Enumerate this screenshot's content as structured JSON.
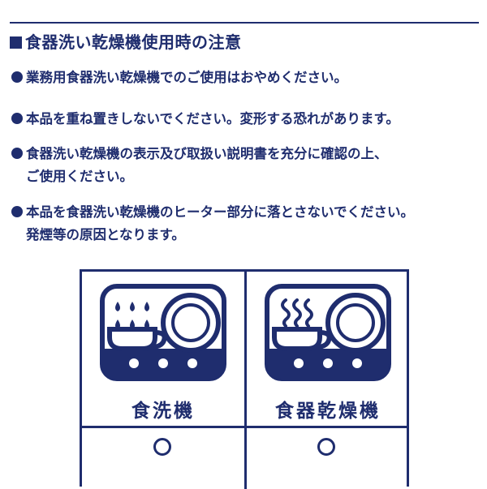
{
  "heading": "食器洗い乾燥機使用時の注意",
  "notes": [
    {
      "line1": "業務用食器洗い乾燥機でのご使用はおやめください。",
      "line2": ""
    },
    {
      "line1": "本品を重ね置きしないでください。変形する恐れがあります。",
      "line2": ""
    },
    {
      "line1": "食器洗い乾燥機の表示及び取扱い説明書を充分に確認の上、",
      "line2": "ご使用ください。"
    },
    {
      "line1": "本品を食器洗い乾燥機のヒーター部分に落とさないでください。",
      "line2": "発煙等の原因となります。"
    }
  ],
  "panels": [
    {
      "label": "食洗機",
      "icon": "dishwasher-icon",
      "mark": "circle"
    },
    {
      "label": "食器乾燥機",
      "icon": "dish-dryer-icon",
      "mark": "circle"
    }
  ],
  "colors": {
    "ink": "#1f2d6e",
    "background": "#ffffff"
  }
}
